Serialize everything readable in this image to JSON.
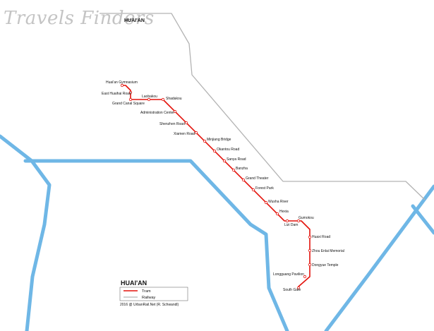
{
  "watermark": "Travels Finders",
  "city_label": "HUAI'AN",
  "stations": [
    "Huai'an Gymnasium",
    "East Huaihai Road",
    "Grand Canal Square",
    "Laobakou",
    "Shadakou",
    "Administration Center",
    "Shenzhen Road",
    "Xiamen Road",
    "Minjiang Bridge",
    "Okantou Road",
    "Sanya Road",
    "Banzha",
    "Grand Theater",
    "Forest Park",
    "Wusha River",
    "Hexia",
    "Gumokou",
    "Lizi Dam",
    "Huaxi Road",
    "Zhou Enlai Memorial",
    "Dongyue Temple",
    "Longguang Pavilion",
    "South Gate"
  ],
  "legend": {
    "title": "HUAI'AN",
    "tram_label": "Tram",
    "railway_label": "Railway",
    "credit": "2016 @ UrbanRail.Net (R. Schwandl)"
  },
  "colors": {
    "tram": "#e3120b",
    "railway": "#b3b3b3",
    "water": "#6fb7e6"
  }
}
